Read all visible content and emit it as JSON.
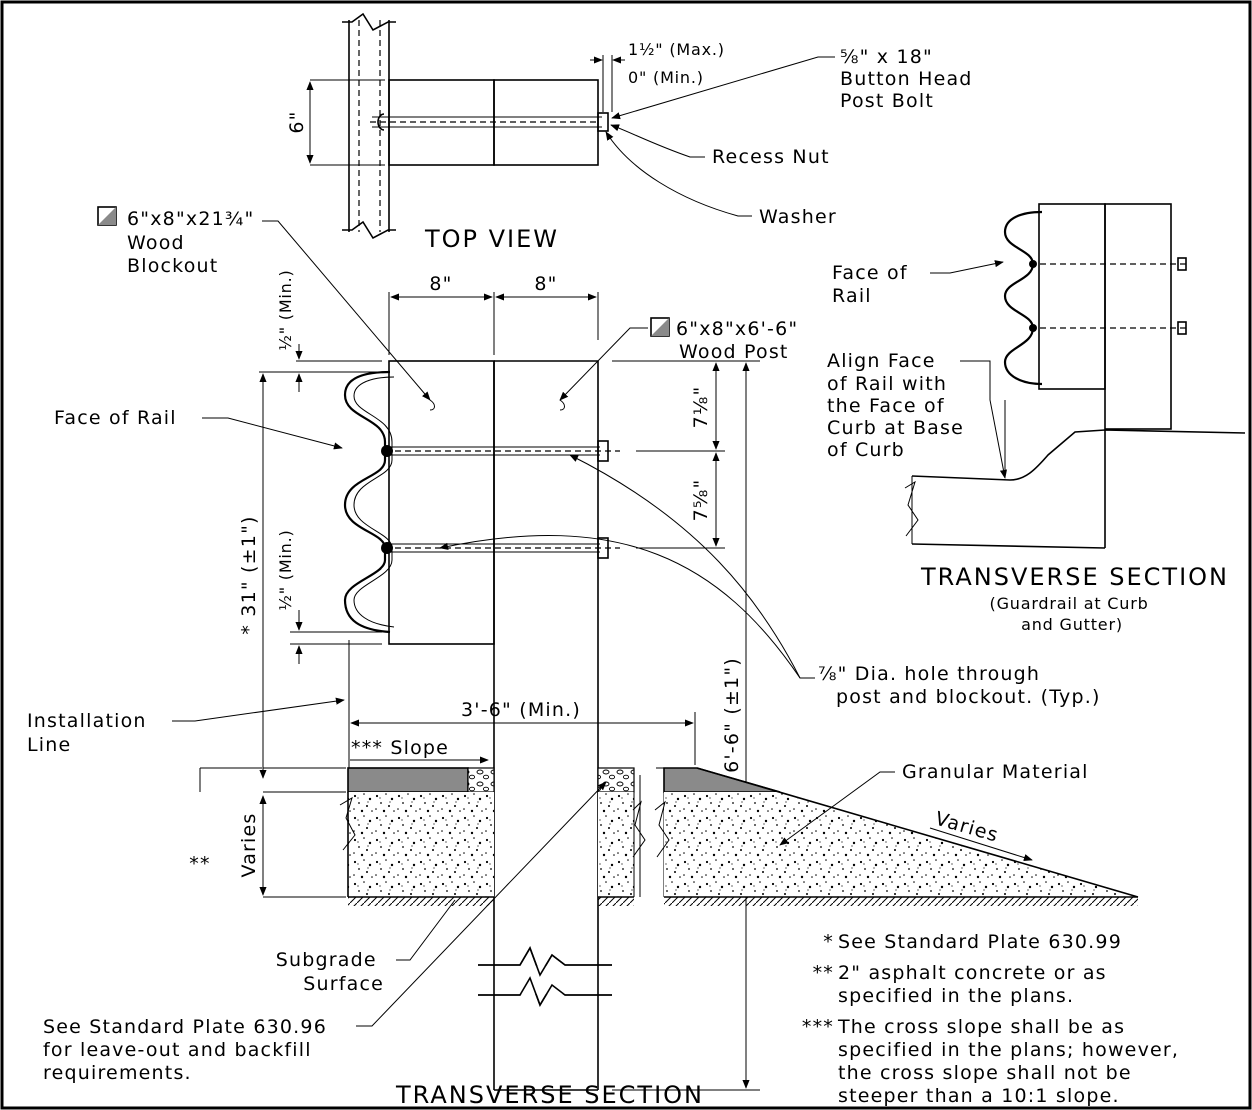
{
  "top_view": {
    "title": "TOP VIEW",
    "dim_width": "6\"",
    "dim_gap_max": "1½\" (Max.)",
    "dim_gap_min": "0\" (Min.)",
    "bolt_label": [
      "⅝\" x 18\"",
      "Button Head",
      "Post Bolt"
    ],
    "recess_nut": "Recess Nut",
    "washer": "Washer"
  },
  "main_section": {
    "title": "TRANSVERSE SECTION",
    "blockout_label": [
      "6\"x8\"x21¾\"",
      "Wood",
      "Blockout"
    ],
    "post_label": [
      "6\"x8\"x6'-6\"",
      "Wood Post"
    ],
    "dim_blockout_width": "8\"",
    "dim_post_width": "8\"",
    "dim_top_clear": "½\" (Min.)",
    "dim_bottom_clear": "½\" (Min.)",
    "dim_upper_bolt": "7⅛\"",
    "dim_lower_bolt": "7⅝\"",
    "dim_rail_height": "* 31\" (±1\")",
    "dim_post_length": "6'-6\" (±1\")",
    "dim_offset": "3'-6\" (Min.)",
    "face_of_rail": "Face of Rail",
    "installation_line": [
      "Installation",
      "Line"
    ],
    "slope": "*** Slope",
    "asphalt_mark": "**",
    "varies_left": "Varies",
    "varies_right": "Varies",
    "granular": "Granular Material",
    "subgrade": [
      "Subgrade",
      "Surface"
    ],
    "hole_note": [
      "⅞\" Dia. hole through",
      "post and blockout. (Typ.)"
    ],
    "plate_note": [
      "See Standard Plate 630.96",
      "for leave-out and backfill",
      "requirements."
    ]
  },
  "curb_section": {
    "title": "TRANSVERSE SECTION",
    "subtitle": [
      "(Guardrail at Curb",
      "and Gutter)"
    ],
    "face_of_rail": [
      "Face of",
      "Rail"
    ],
    "align_note": [
      "Align Face",
      "of Rail with",
      "the Face of",
      "Curb at Base",
      "of Curb"
    ]
  },
  "notes": {
    "note1_mark": "*",
    "note1": [
      "See Standard Plate 630.99"
    ],
    "note2_mark": "**",
    "note2": [
      "2\" asphalt concrete or as",
      "specified in the plans."
    ],
    "note3_mark": "***",
    "note3": [
      "The cross slope shall be as",
      "specified in the plans; however,",
      "the cross slope shall not be",
      "steeper than a 10:1 slope."
    ]
  }
}
